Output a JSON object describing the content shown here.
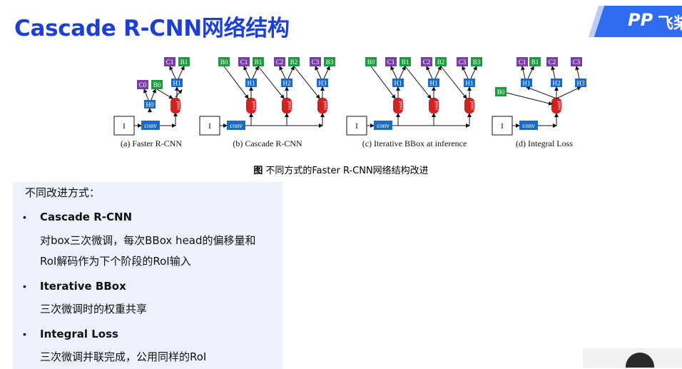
{
  "slide": {
    "title": "Cascade R-CNN网络结构"
  },
  "logo": {
    "mark": "PP",
    "text": "飞桨"
  },
  "figure": {
    "panels": [
      {
        "caption": "(a) Faster R-CNN"
      },
      {
        "caption": "(b) Cascade R-CNN"
      },
      {
        "caption": "(c) Iterative BBox at inference"
      },
      {
        "caption": "(d) Integral Loss"
      }
    ],
    "node_labels": {
      "image": "I",
      "conv": "conv",
      "pool": "pool",
      "H0": "H0",
      "H1": "H1",
      "H2": "H2",
      "H3": "H3",
      "B0": "B0",
      "B1": "B1",
      "B2": "B2",
      "B3": "B3",
      "C0": "C0",
      "C1": "C1",
      "C2": "C2",
      "C3": "C3"
    },
    "caption_prefix": "图",
    "caption": "不同方式的Faster R-CNN网络结构改进"
  },
  "notes": {
    "intro": "不同改进方式：",
    "items": [
      {
        "bullet": "•",
        "title": "Cascade R-CNN",
        "lines": [
          "对box三次微调，每次BBox head的偏移量和",
          "RoI解码作为下个阶段的RoI输入"
        ]
      },
      {
        "bullet": "•",
        "title": "Iterative BBox",
        "lines": [
          "三次微调时的权重共享"
        ]
      },
      {
        "bullet": "•",
        "title": "Integral Loss",
        "lines": [
          "三次微调并联完成，公用同样的RoI"
        ]
      }
    ]
  },
  "colors": {
    "title": "#1d3fd6",
    "class_box": "#7a3ea8",
    "bbox_box": "#1f9a3e",
    "head_box": "#1a6bc4",
    "pool": "#d32020",
    "panel_bg": "#eef0fb"
  }
}
